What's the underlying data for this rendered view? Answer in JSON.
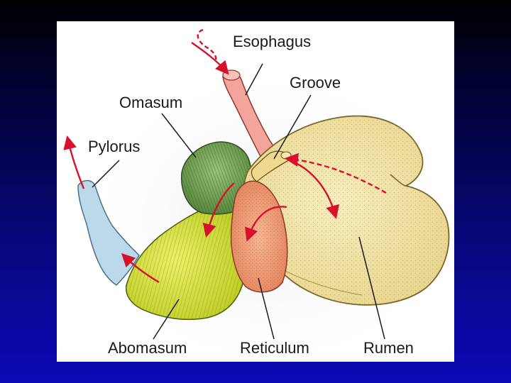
{
  "labels": {
    "esophagus": "Esophagus",
    "groove": "Groove",
    "omasum": "Omasum",
    "pylorus": "Pylorus",
    "abomasum": "Abomasum",
    "reticulum": "Reticulum",
    "rumen": "Rumen"
  },
  "colors": {
    "background_top": "#000000",
    "background_bottom": "#0a0ab8",
    "rumen": "#f1e4a4",
    "reticulum": "#f0a07a",
    "omasum": "#7aa657",
    "abomasum": "#d6e23a",
    "pylorus": "#bcd9ea",
    "esophagus": "#f3a59c",
    "arrow": "#d8102b"
  }
}
